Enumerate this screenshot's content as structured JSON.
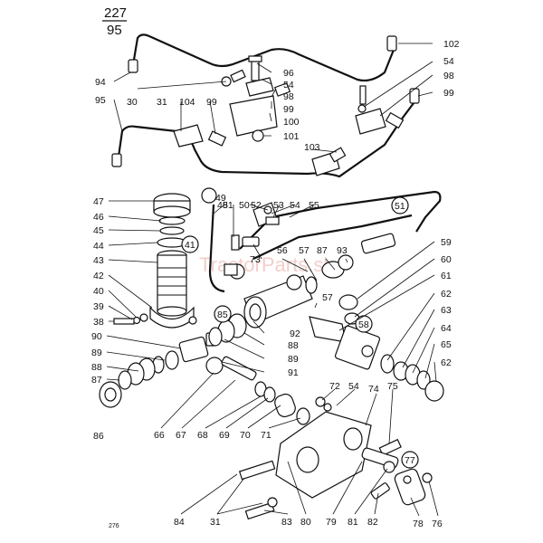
{
  "page_ref": {
    "top": "227",
    "bottom": "95"
  },
  "footer_number": "276",
  "watermark": "TractorParts.sk",
  "callouts": [
    "94",
    "30",
    "31",
    "104",
    "99",
    "96",
    "54",
    "98",
    "99",
    "100",
    "101",
    "103",
    "102",
    "54",
    "98",
    "99",
    "95",
    "47",
    "46",
    "45",
    "44",
    "43",
    "42",
    "40",
    "39",
    "38",
    "90",
    "89",
    "88",
    "87",
    "86",
    "48",
    "49",
    "51",
    "50",
    "52",
    "53",
    "54",
    "55",
    "41",
    "73",
    "56",
    "57",
    "87",
    "93",
    "59",
    "51",
    "60",
    "61",
    "85",
    "92",
    "57",
    "58",
    "62",
    "63",
    "64",
    "65",
    "62",
    "88",
    "89",
    "91",
    "66",
    "67",
    "68",
    "69",
    "70",
    "71",
    "72",
    "54",
    "74",
    "75",
    "77",
    "84",
    "31",
    "83",
    "80",
    "79",
    "81",
    "82",
    "78",
    "76"
  ],
  "circled": [
    "41",
    "49",
    "51",
    "58",
    "85",
    "77"
  ]
}
